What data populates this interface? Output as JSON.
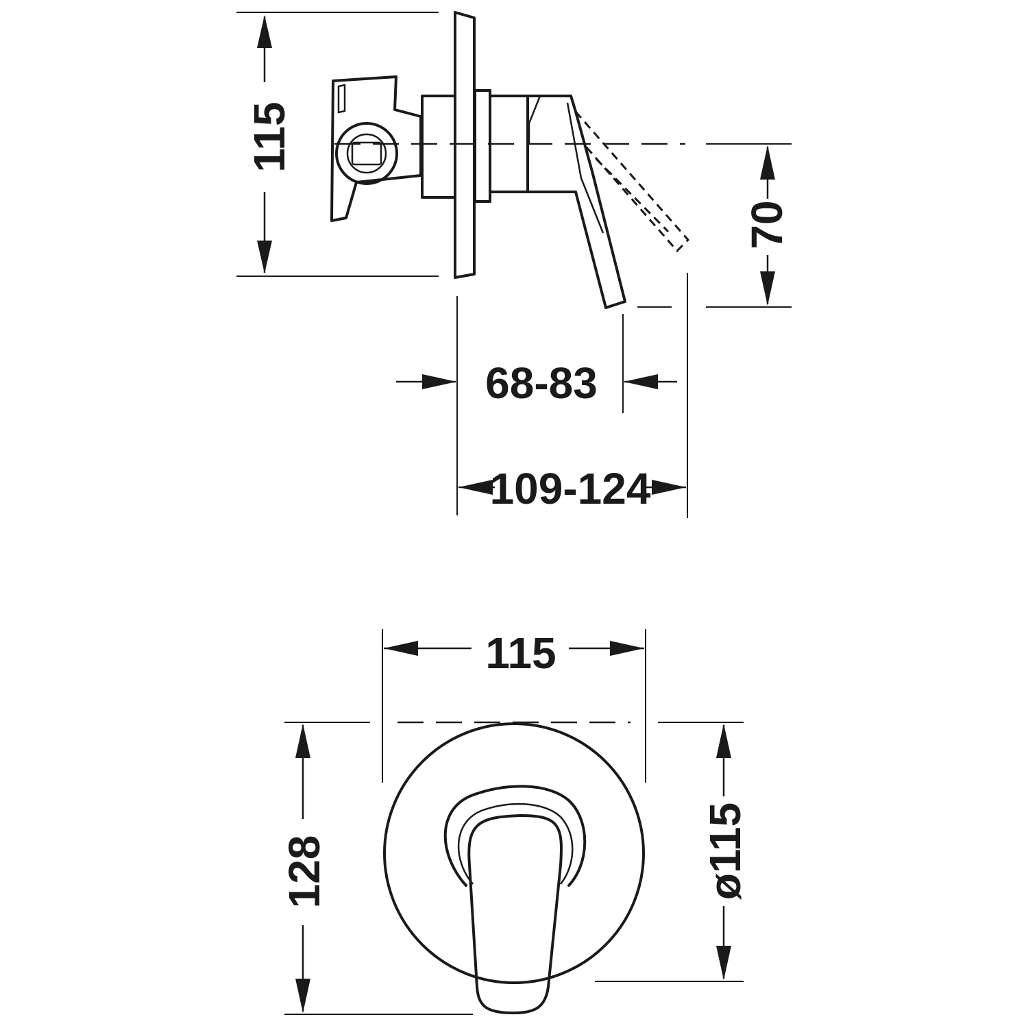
{
  "side_view": {
    "dimensions": {
      "height": "115",
      "handle_drop": "70",
      "wall_adjust": "68-83",
      "total_depth": "109-124"
    }
  },
  "front_view": {
    "dimensions": {
      "width": "115",
      "height": "128",
      "diameter": "ø115"
    }
  }
}
